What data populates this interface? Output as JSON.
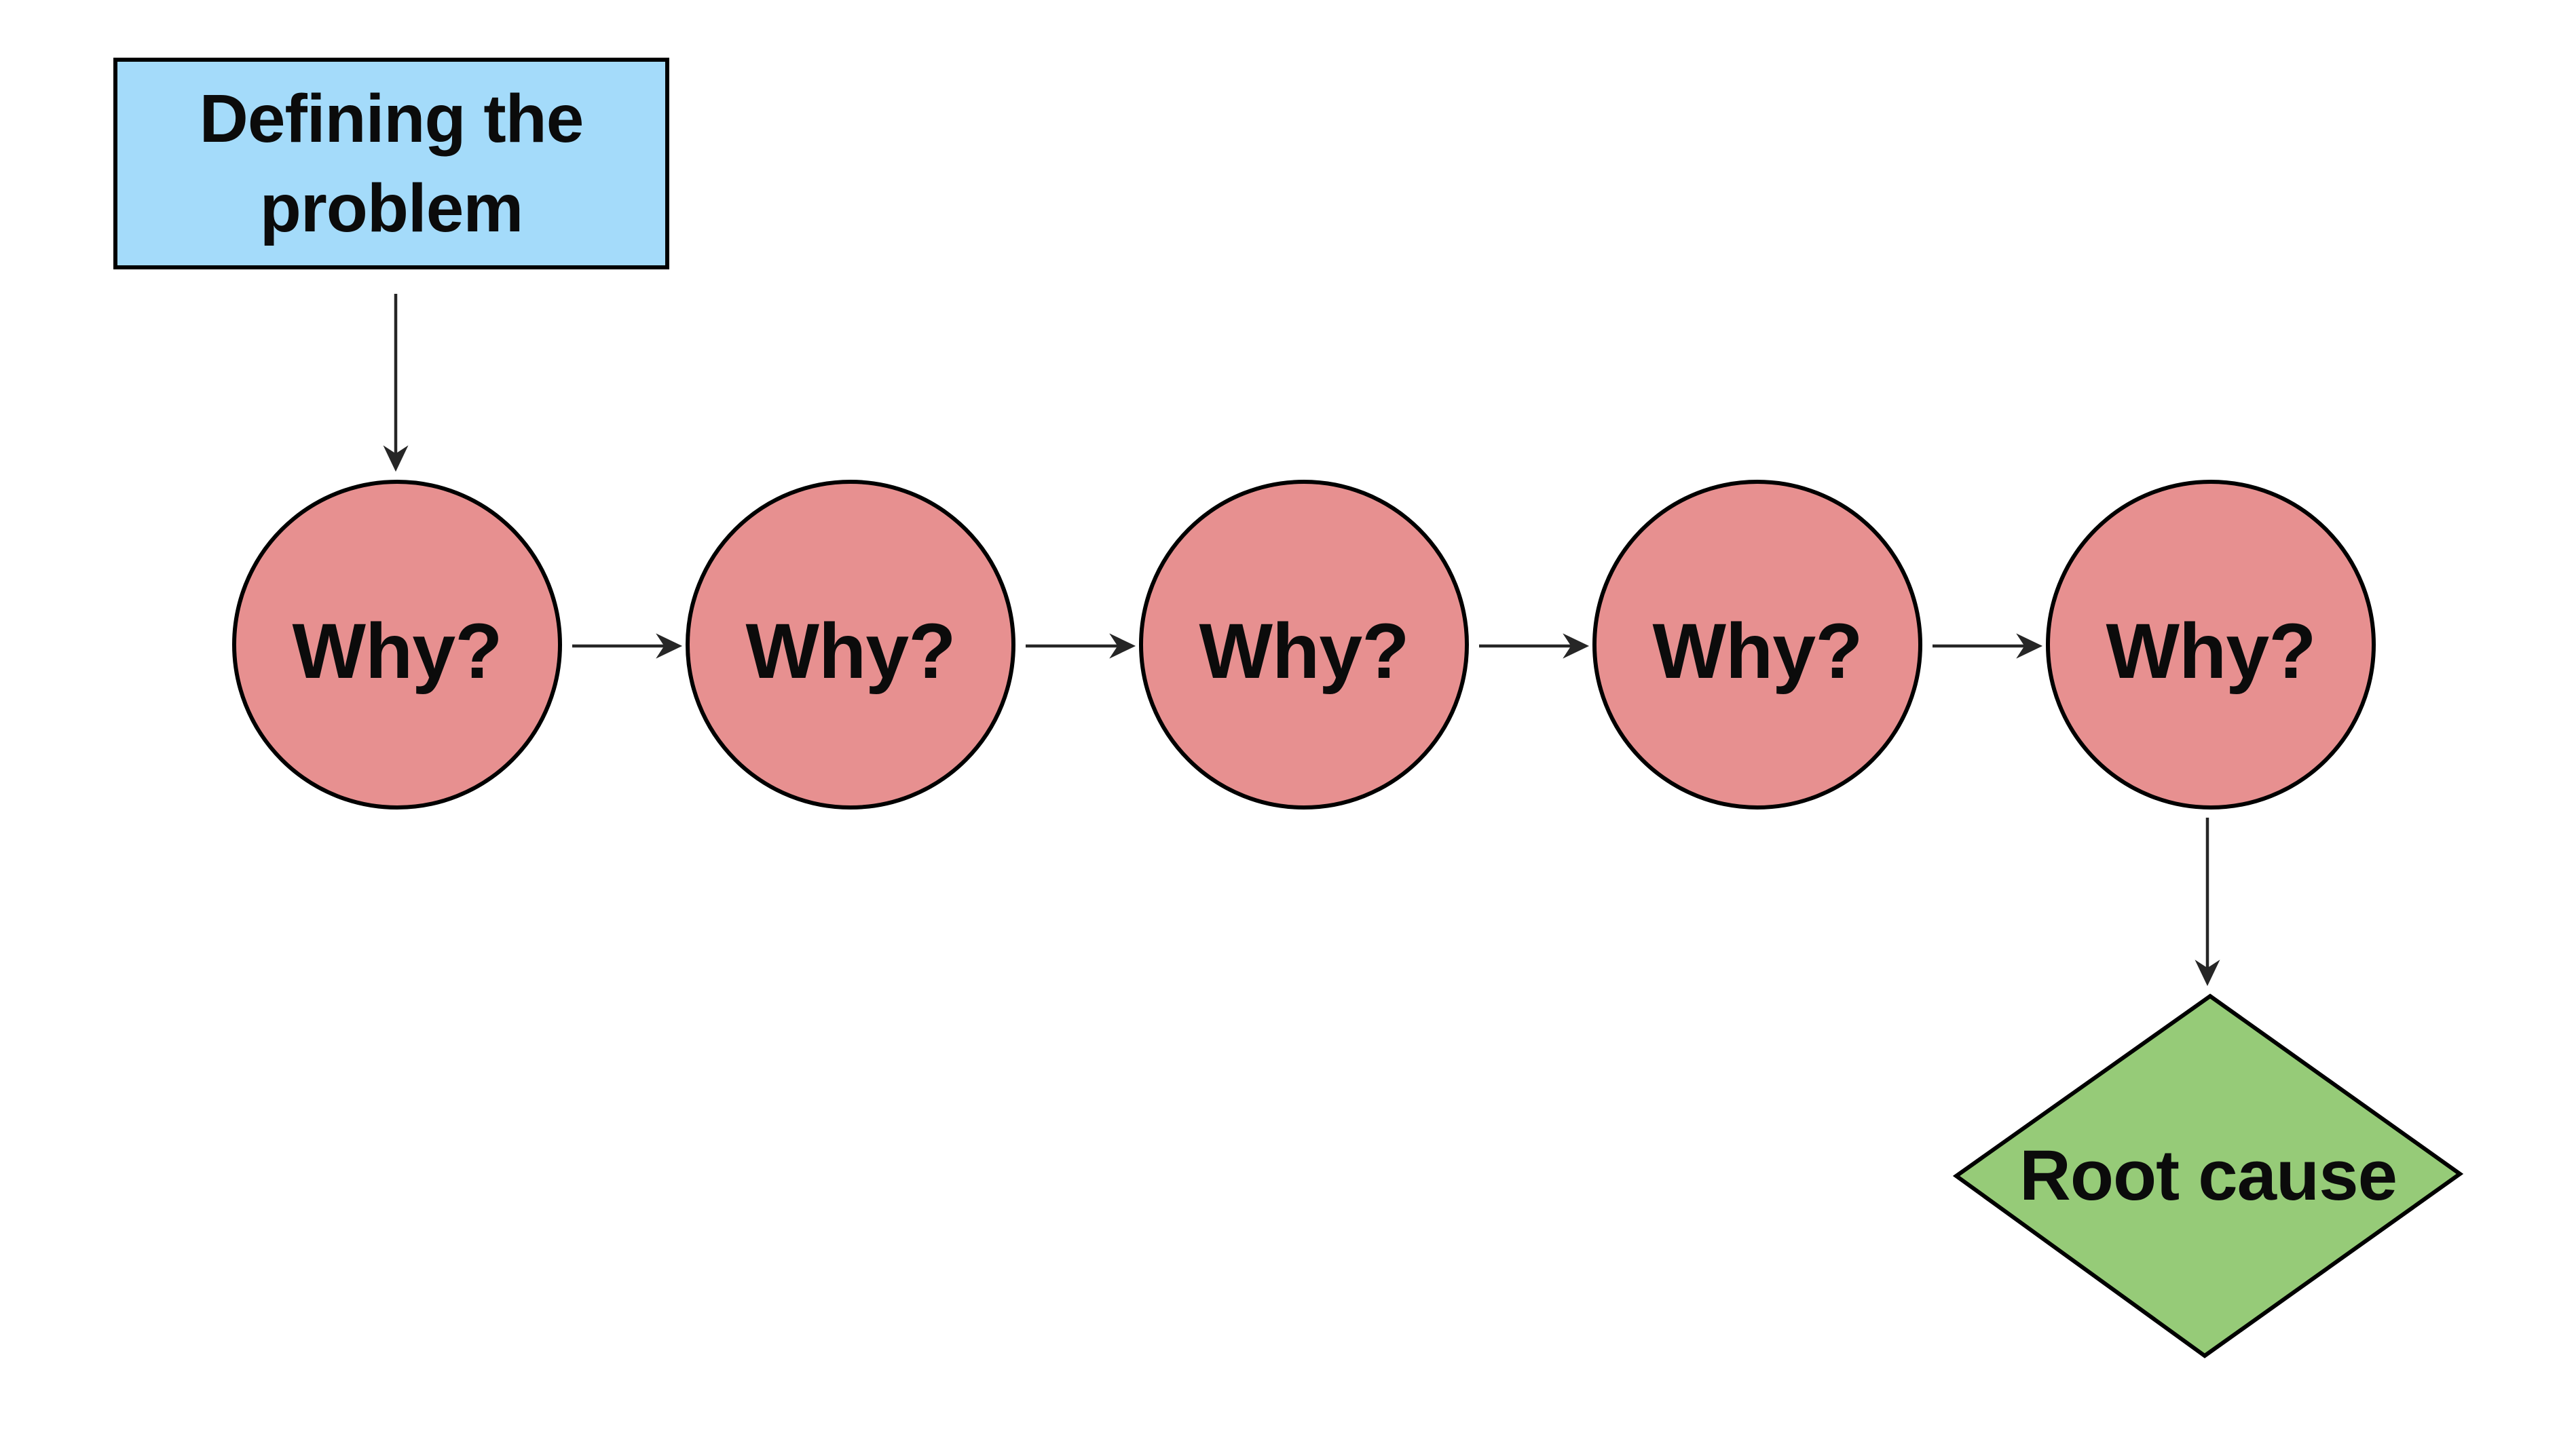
{
  "diagram": {
    "background_color": "#FFFFFF",
    "problem_box": {
      "label": "Defining the problem",
      "fill": "#A4DBFA",
      "stroke": "#000000"
    },
    "why_steps": [
      {
        "label": "Why?"
      },
      {
        "label": "Why?"
      },
      {
        "label": "Why?"
      },
      {
        "label": "Why?"
      },
      {
        "label": "Why?"
      }
    ],
    "why_fill": "#E79090",
    "root_cause": {
      "label": "Root cause",
      "fill": "#96CB78",
      "stroke": "#000000"
    },
    "arrow_color": "#262626",
    "text_color": "#0B0B0B"
  }
}
